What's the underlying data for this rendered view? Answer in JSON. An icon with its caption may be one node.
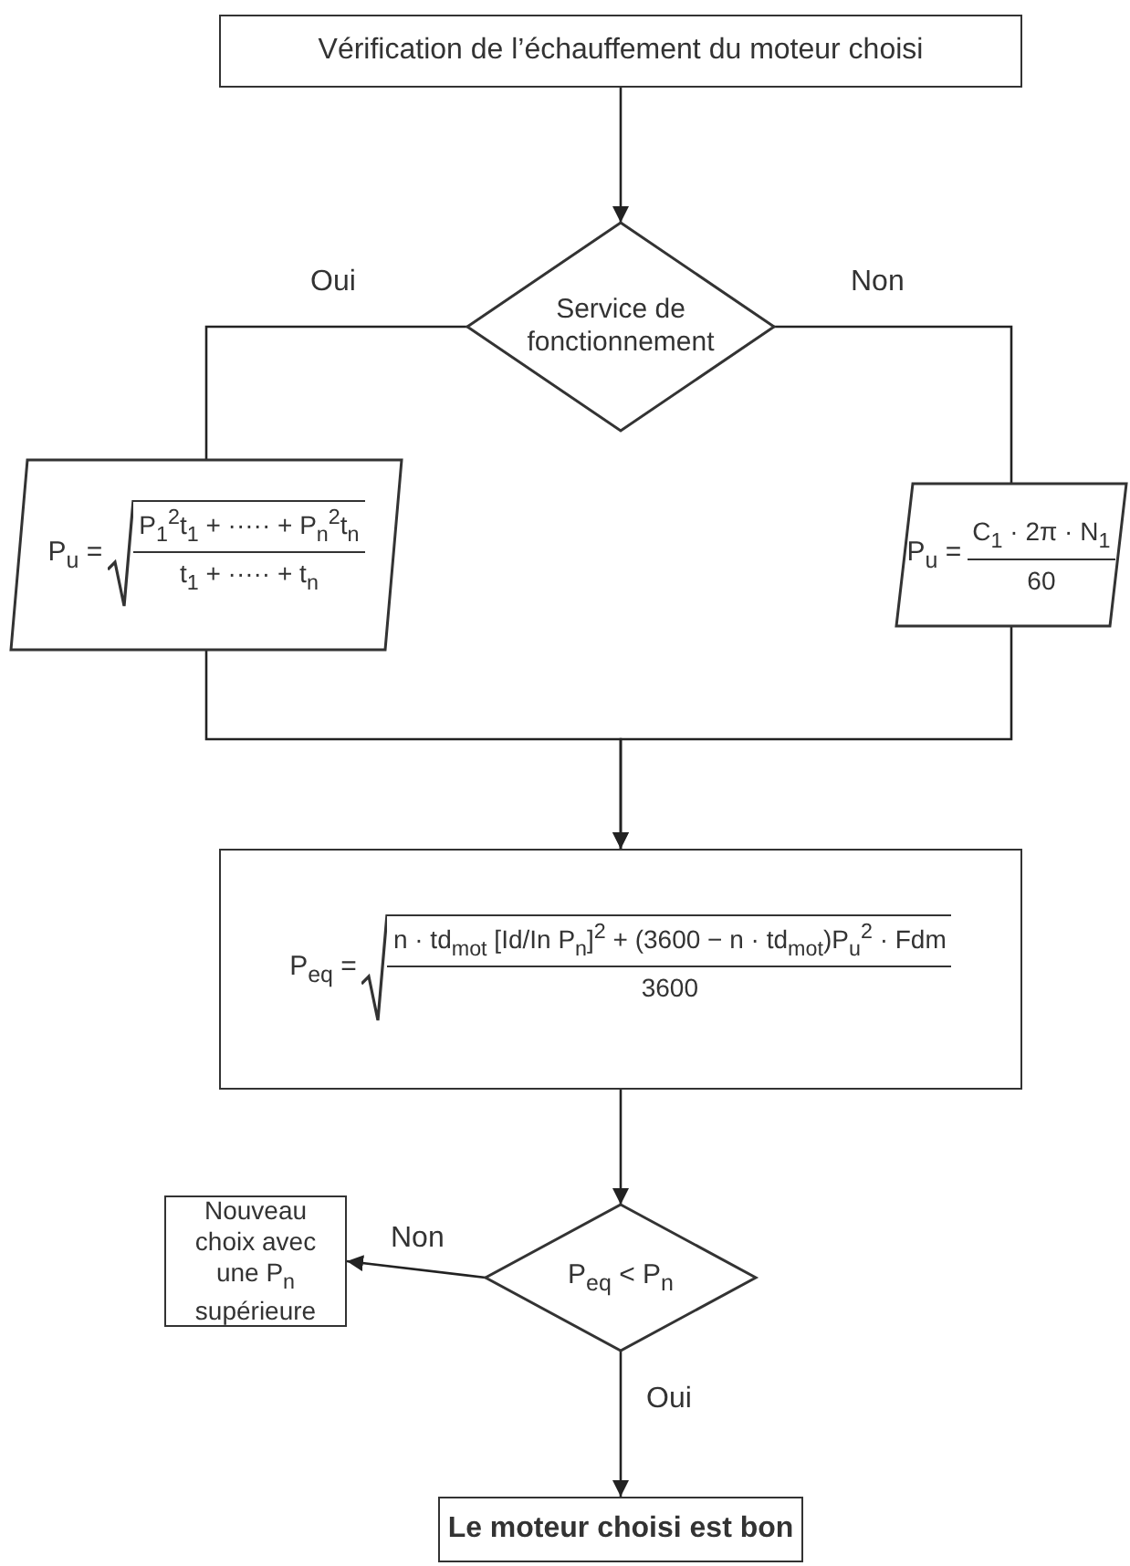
{
  "diagram": {
    "nodes": [
      {
        "text": [
          "Vérification de l’échauffement du moteur choisi"
        ]
      },
      {
        "text": [
          "Service de fonctionnement"
        ]
      },
      {
        "text": [
          "P$_{u}$ =",
          "P$_{1}$$^{2}$t$_{1}$ + ····· + P$_{n}$$^{2}$t$_{n}$",
          "t$_{1}$ + ····· + t$_{n}$"
        ]
      },
      {
        "text": [
          "P$_{u}$ =",
          "C$_{1}$ · 2π · N$_{1}$",
          "60"
        ]
      },
      {
        "text": [
          "P$_{eq}$ =",
          "n · td$_{mot}$ [Id/In P$_{n}$]$^{2}$ + (3600 − n · td$_{mot}$)P$_{u}$$^{2}$ · Fdm",
          "3600"
        ]
      },
      {
        "text": [
          "P$_{eq}$ < P$_{n}$"
        ]
      },
      {
        "text": [
          "Nouveau choix avec une P$_{n}$ supérieure"
        ]
      },
      {
        "text": [
          "Le moteur choisi est bon"
        ]
      }
    ],
    "edges": [
      {
        "from": 0,
        "to": 1,
        "arrow": "to"
      },
      {
        "from": 1,
        "to": 2,
        "arrow": "none",
        "label": "Oui"
      },
      {
        "from": 1,
        "to": 3,
        "arrow": "none",
        "label": "Non"
      },
      {
        "from": 2,
        "to": 4,
        "arrow": "to"
      },
      {
        "from": 3,
        "to": 4,
        "arrow": "to"
      },
      {
        "from": 4,
        "to": 5,
        "arrow": "to"
      },
      {
        "from": 5,
        "to": 6,
        "arrow": "to",
        "label": "Non"
      },
      {
        "from": 5,
        "to": 7,
        "arrow": "to",
        "label": "Oui"
      }
    ]
  }
}
